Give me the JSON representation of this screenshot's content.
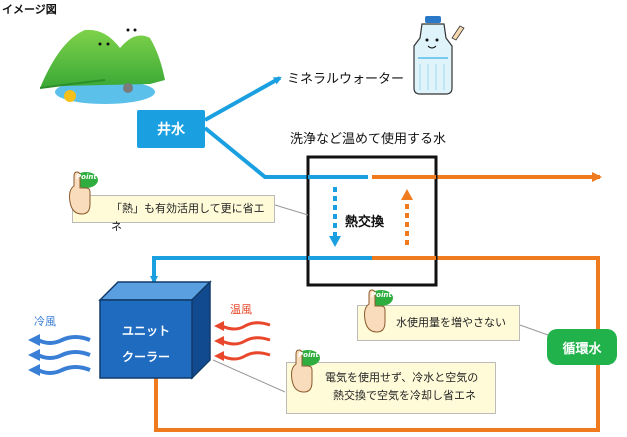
{
  "header": {
    "title": "イメージ図"
  },
  "labels": {
    "well_water": "井水",
    "mineral_water": "ミネラルウォーター",
    "wash_water": "洗浄など温めて使用する水",
    "heat_exchange": "熱交換",
    "circulating_water": "循環水",
    "unit_cooler_line1": "ユニット",
    "unit_cooler_line2": "クーラー",
    "cold_air": "冷風",
    "warm_air": "温風"
  },
  "notes": [
    {
      "badge": "Point",
      "text": "「熱」も有効活用して更に省エネ"
    },
    {
      "badge": "Point",
      "text": "水使用量を増やさない"
    },
    {
      "badge": "Point",
      "lines": [
        "電気を使用せず、冷水と空気の",
        "熱交換で空気を冷却し省エネ"
      ]
    }
  ],
  "colors": {
    "blue_line": "#1aa0e0",
    "orange_line": "#f07a1e",
    "well_box": "#1aa0e0",
    "circ_box": "#21b24b",
    "unit_front": "#1e6bbf",
    "note_bg": "#fffbd9"
  }
}
